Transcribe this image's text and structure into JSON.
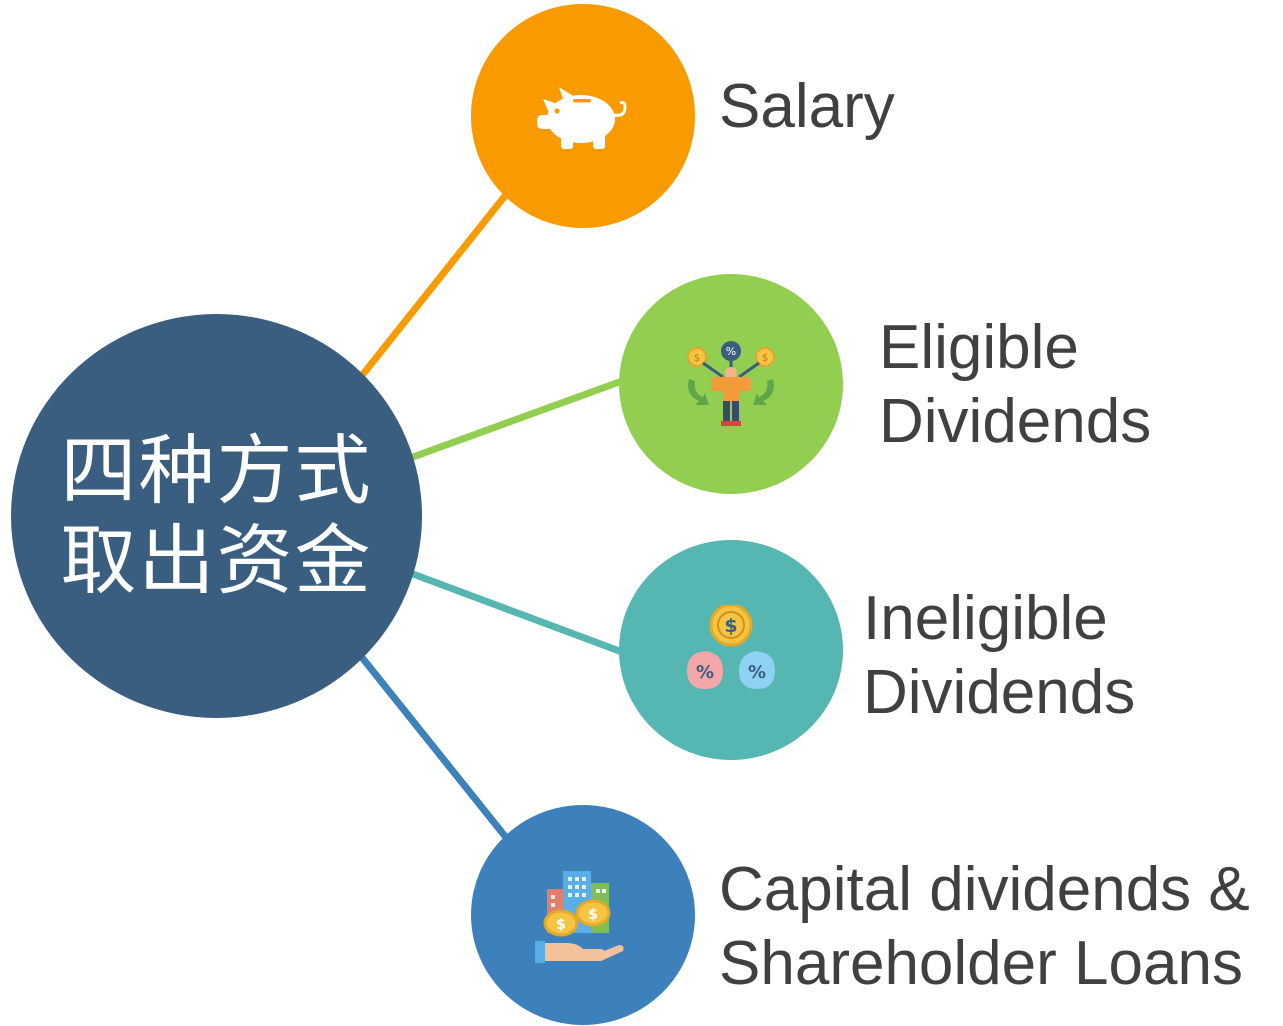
{
  "center": {
    "lines": [
      "四种方式",
      "取出资金"
    ],
    "color": "#3a5e80"
  },
  "nodes": [
    {
      "id": "salary",
      "lines": [
        "Salary"
      ],
      "color": "#f99b00",
      "line_color": "#f99b00",
      "icon": "piggy-bank-icon"
    },
    {
      "id": "eligible",
      "lines": [
        "Eligible",
        "Dividends"
      ],
      "color": "#92cf50",
      "line_color": "#92cf50",
      "icon": "dividend-person-icon"
    },
    {
      "id": "ineligible",
      "lines": [
        "Ineligible",
        "Dividends"
      ],
      "color": "#56b6b1",
      "line_color": "#56b6b1",
      "icon": "coins-percent-icon"
    },
    {
      "id": "capital",
      "lines": [
        "Capital dividends &",
        "Shareholder Loans"
      ],
      "color": "#3c80bc",
      "line_color": "#3c80bc",
      "icon": "buildings-coins-icon"
    }
  ],
  "label_color": "#404040"
}
